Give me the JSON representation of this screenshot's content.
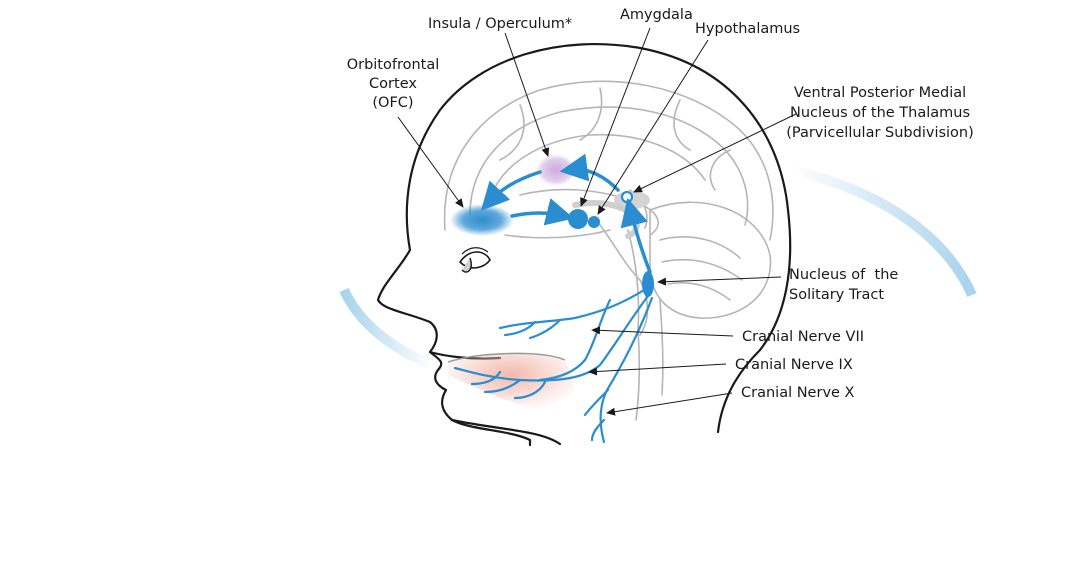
{
  "labels": {
    "insula": "Insula / Operculum*",
    "amygdala": "Amygdala",
    "hypothalamus": "Hypothalamus",
    "ofc_line1": "Orbitofrontal",
    "ofc_line2": "Cortex",
    "ofc_line3": "(OFC)",
    "vpm_line1": "Ventral Posterior Medial",
    "vpm_line2": "Nucleus of the Thalamus",
    "vpm_line3": "(Parvicellular Subdivision)",
    "nts_line1": "Nucleus of  the",
    "nts_line2": "Solitary Tract",
    "cn7": "Cranial Nerve VII",
    "cn9": "Cranial Nerve IX",
    "cn10": "Cranial Nerve X"
  },
  "colors": {
    "pathway": "#2a8dcf",
    "insula_region": "#c9a6db",
    "tongue": "#f3b5a8",
    "halo": "#a9d3ec",
    "brain_line": "#b5b5b5",
    "outline": "#1a1a1a"
  }
}
